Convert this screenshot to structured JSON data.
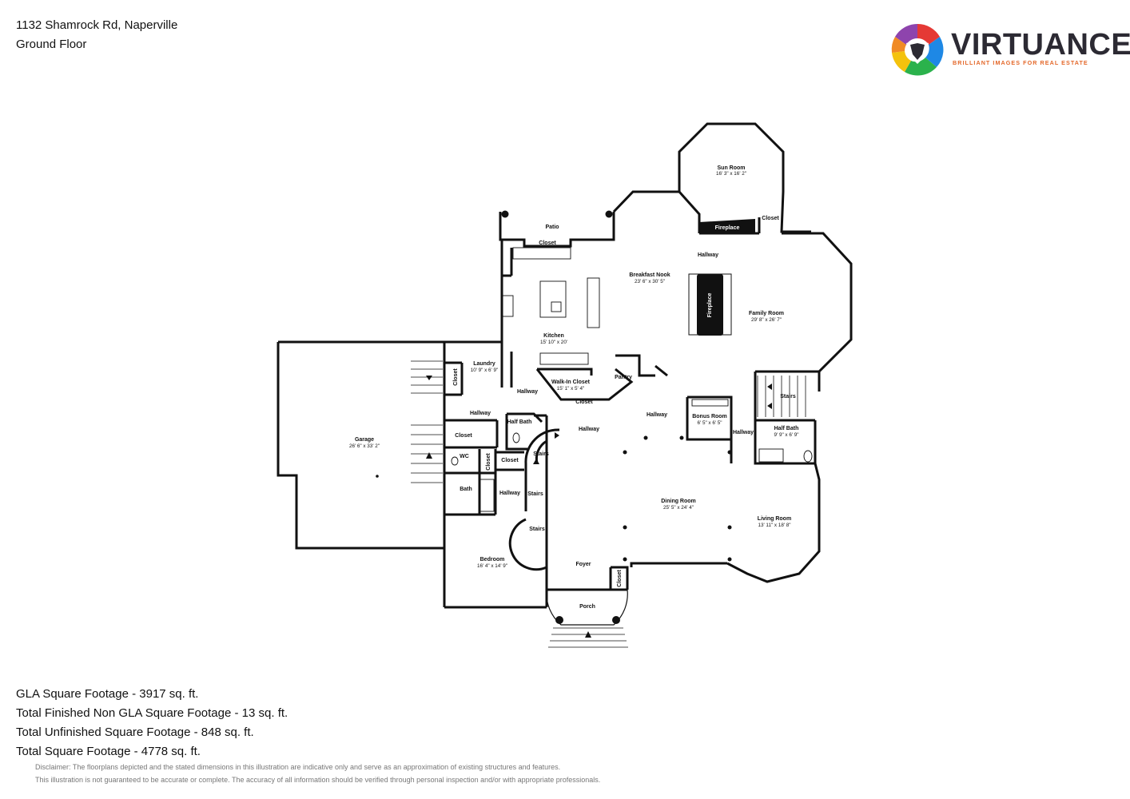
{
  "header": {
    "address": "1132 Shamrock Rd, Naperville",
    "floor": "Ground Floor"
  },
  "brand": {
    "name": "VIRTUANCE",
    "tagline": "BRILLIANT IMAGES FOR REAL ESTATE",
    "colors": [
      "#e53935",
      "#8e44ad",
      "#1e88e5",
      "#2bb24c",
      "#f4c20d",
      "#f08a24"
    ]
  },
  "rooms": {
    "sun_room": {
      "name": "Sun Room",
      "dims": "16' 3\" x 16' 2\""
    },
    "closet_sun": {
      "name": "Closet"
    },
    "fireplace_top": {
      "name": "Fireplace"
    },
    "patio": {
      "name": "Patio"
    },
    "closet_patio": {
      "name": "Closet"
    },
    "hallway_top": {
      "name": "Hallway"
    },
    "breakfast_nook": {
      "name": "Breakfast Nook",
      "dims": "23' 6\" x 30' 5\""
    },
    "fireplace_family": {
      "name": "Fireplace"
    },
    "family_room": {
      "name": "Family Room",
      "dims": "29' 8\" x 26' 7\""
    },
    "kitchen": {
      "name": "Kitchen",
      "dims": "15' 10\" x 20'"
    },
    "laundry": {
      "name": "Laundry",
      "dims": "10' 9\" x 6' 9\""
    },
    "closet_laundry": {
      "name": "Closet"
    },
    "walkin_closet": {
      "name": "Walk-In Closet",
      "dims": "15' 1\" x 5' 4\""
    },
    "closet_walkin": {
      "name": "Closet"
    },
    "pantry": {
      "name": "Pantry"
    },
    "hallway_kitchen": {
      "name": "Hallway"
    },
    "hallway_center": {
      "name": "Hallway"
    },
    "hallway_main": {
      "name": "Hallway"
    },
    "stairs_right": {
      "name": "Stairs"
    },
    "hallway_west": {
      "name": "Hallway"
    },
    "half_bath_west": {
      "name": "Half Bath"
    },
    "bonus_room": {
      "name": "Bonus Room",
      "dims": "6' 5\" x 6' 5\""
    },
    "hallway_east": {
      "name": "Hallway"
    },
    "half_bath_east": {
      "name": "Half Bath",
      "dims": "9' 9\" x 6' 9\""
    },
    "garage": {
      "name": "Garage",
      "dims": "26' 6\" x 33' 2\""
    },
    "closet_west": {
      "name": "Closet"
    },
    "stairs_curve": {
      "name": "Stairs"
    },
    "wc": {
      "name": "WC"
    },
    "closet_wc": {
      "name": "Closet"
    },
    "closet_mid": {
      "name": "Closet"
    },
    "bath": {
      "name": "Bath"
    },
    "hallway_small": {
      "name": "Hallway"
    },
    "stairs_mid": {
      "name": "Stairs"
    },
    "stairs_low": {
      "name": "Stairs"
    },
    "dining_room": {
      "name": "Dining Room",
      "dims": "25' 5\" x 24' 4\""
    },
    "living_room": {
      "name": "Living Room",
      "dims": "13' 11\" x 18' 8\""
    },
    "bedroom": {
      "name": "Bedroom",
      "dims": "16' 4\" x 14' 9\""
    },
    "foyer": {
      "name": "Foyer"
    },
    "closet_foyer": {
      "name": "Closet"
    },
    "porch": {
      "name": "Porch"
    }
  },
  "stats": [
    "GLA Square Footage - 3917 sq. ft.",
    "Total Finished Non GLA Square Footage - 13 sq. ft.",
    "Total Unfinished Square Footage - 848 sq. ft.",
    "Total Square Footage - 4778 sq. ft."
  ],
  "disclaimer": [
    "Disclaimer: The floorplans depicted and the stated dimensions in this illustration are indicative only and serve as an approximation of existing structures and features.",
    "This illustration is not guaranteed to be accurate or complete. The accuracy of all information should be verified through personal inspection and/or with appropriate professionals."
  ]
}
